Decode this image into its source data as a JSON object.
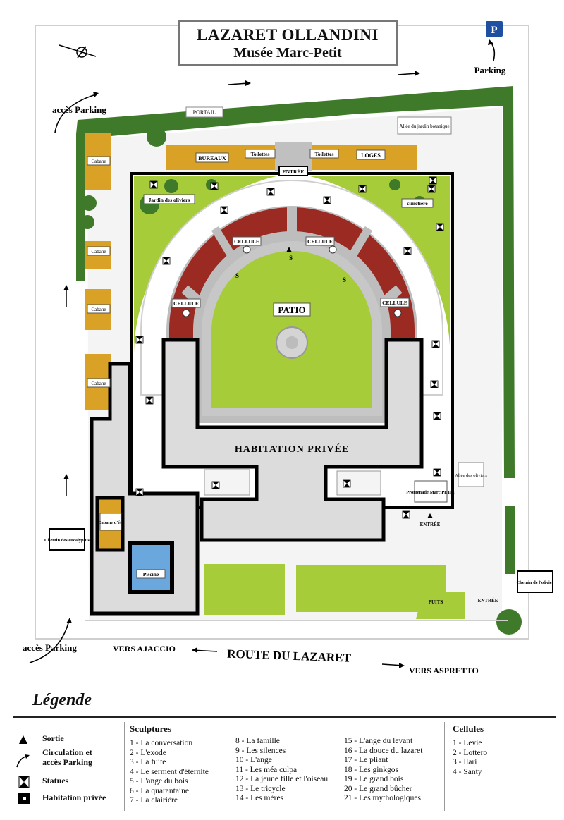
{
  "title": {
    "line1": "LAZARET OLLANDINI",
    "line2": "Musée Marc-Petit"
  },
  "map_labels": {
    "parking": "Parking",
    "parking_sign": "P",
    "acces_parking": "accès Parking",
    "portail": "PORTAIL",
    "allee_jardin": "Allée du jardin botanique",
    "bureaux": "BUREAUX",
    "toilettes": "Toilettes",
    "loges": "LOGES",
    "entree": "ENTRÉE",
    "cabane": "Cabane",
    "jardin_oliviers": "Jardin des oliviers",
    "cimetiere": "cimetière",
    "cellule": "CELLULE",
    "patio": "PATIO",
    "habitation": "HABITATION PRIVÉE",
    "allee_oliviers": "Allée des oliviers",
    "promenade": "Promenade Marc PETIT",
    "cabane_ete": "Cabane d'été",
    "piscine": "Piscine",
    "chemin_eucalyptus": "Chemin des eucalyptus",
    "chemin_olivier": "Chemin de l'olivier",
    "puits": "PUITS",
    "vers_ajaccio": "VERS AJACCIO",
    "route": "ROUTE DU LAZARET",
    "vers_aspretto": "VERS ASPRETTO",
    "sortie_mark": "S"
  },
  "legend": {
    "title": "Légende",
    "symbols": [
      {
        "icon": "triangle-icon",
        "label": "Sortie"
      },
      {
        "icon": "curved-arrow-icon",
        "label": "Circulation et accès Parking"
      },
      {
        "icon": "statue-icon",
        "label": "Statues"
      },
      {
        "icon": "square-icon",
        "label": "Habitation privée"
      }
    ],
    "sculptures_title": "Sculptures",
    "sculptures_col1": [
      "1 - La conversation",
      "2 - L'exode",
      "3 - La fuite",
      "4 - Le serment d'éternité",
      "5 - L'ange du bois",
      "6 - La quarantaine",
      "7 - La clairière"
    ],
    "sculptures_col2": [
      "8 - La famille",
      "9 - Les silences",
      "10 - L'ange",
      "11 - Les méa culpa",
      "12 - La jeune fille et l'oiseau",
      "13 - Le tricycle",
      "14 - Les mères"
    ],
    "sculptures_col3": [
      "15 - L'ange du levant",
      "16 - La douce du lazaret",
      "17 - Le pliant",
      "18 - Les ginkgos",
      "19 - Le grand bois",
      "20 - Le grand bûcher",
      "21 - Les mythologiques"
    ],
    "cellules_title": "Cellules",
    "cellules": [
      "1 - Levie",
      "2 - Lottero",
      "3 - Ilari",
      "4 - Santy"
    ]
  },
  "colors": {
    "lawn": "#a6cc3a",
    "cell": "#9a2a22",
    "building": "#d9a227",
    "paving": "#d8d8d8",
    "wall": "#000000",
    "hedge": "#3f7a2a",
    "pool": "#6aa7dc"
  }
}
